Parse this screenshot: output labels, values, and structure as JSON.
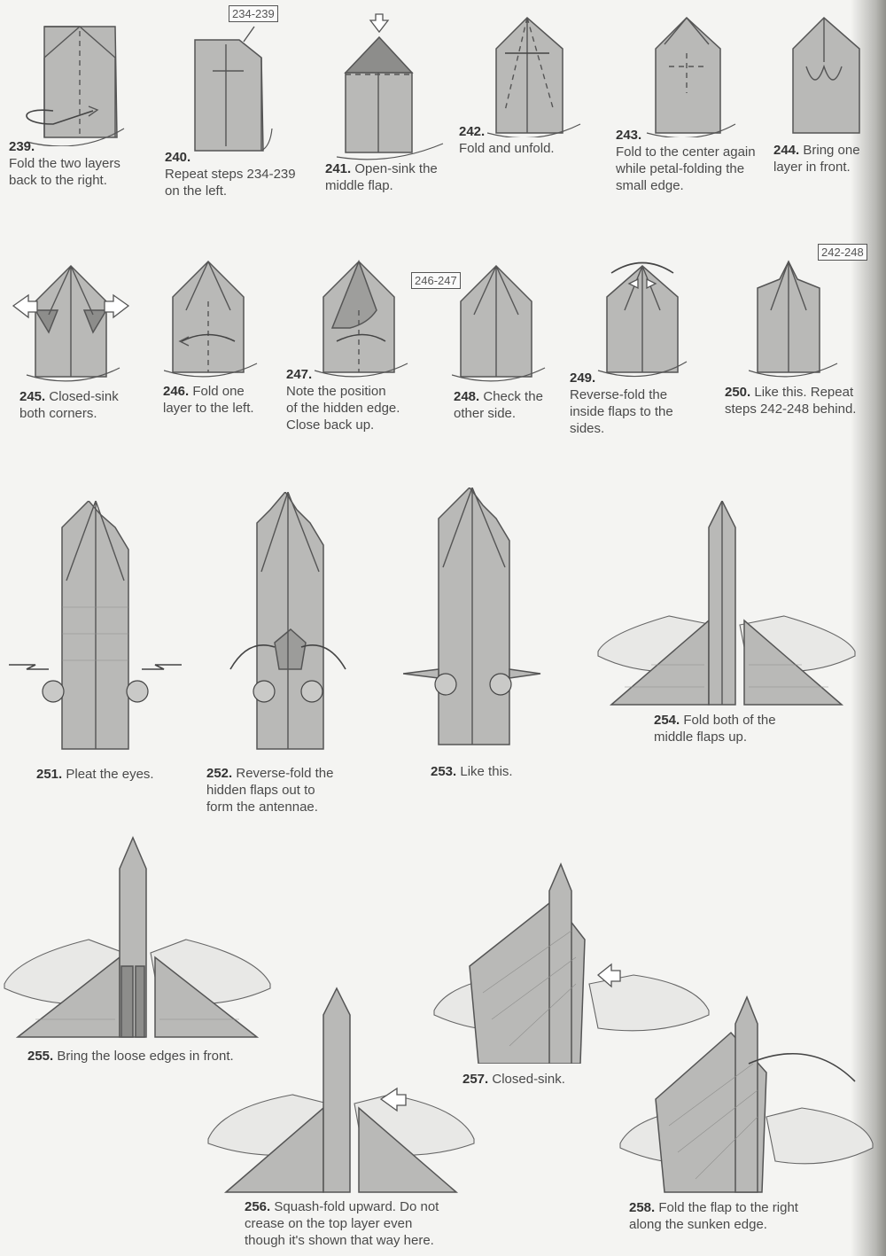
{
  "steps": [
    {
      "num": "239.",
      "text": "Fold the two layers\nback to the right."
    },
    {
      "num": "240.",
      "text": "Repeat steps 234-239\non the left."
    },
    {
      "num": "241.",
      "text": "Open-sink the\nmiddle flap."
    },
    {
      "num": "242.",
      "text": "Fold and unfold."
    },
    {
      "num": "243.",
      "text": "Fold to the center again\nwhile petal-folding the\nsmall edge."
    },
    {
      "num": "244.",
      "text": "Bring one\nlayer in front."
    },
    {
      "num": "245.",
      "text": "Closed-sink\nboth corners."
    },
    {
      "num": "246.",
      "text": "Fold one\nlayer to the left."
    },
    {
      "num": "247.",
      "text": "Note the position\nof the hidden edge.\nClose back up."
    },
    {
      "num": "248.",
      "text": "Check the\nother side."
    },
    {
      "num": "249.",
      "text": "Reverse-fold the\ninside flaps to the\nsides."
    },
    {
      "num": "250.",
      "text": "Like this. Repeat\nsteps 242-248 behind."
    },
    {
      "num": "251.",
      "text": "Pleat the eyes."
    },
    {
      "num": "252.",
      "text": "Reverse-fold the\nhidden flaps out to\nform the antennae."
    },
    {
      "num": "253.",
      "text": "Like this."
    },
    {
      "num": "254.",
      "text": "Fold both of the\nmiddle flaps up."
    },
    {
      "num": "255.",
      "text": "Bring the loose edges in front."
    },
    {
      "num": "256.",
      "text": "Squash-fold upward. Do not\ncrease on the top layer even\nthough it's shown that way here."
    },
    {
      "num": "257.",
      "text": "Closed-sink."
    },
    {
      "num": "258.",
      "text": "Fold the flap to the right\nalong the sunken edge."
    }
  ],
  "refs": {
    "r240": "234-239",
    "r248": "246-247",
    "r250": "242-248"
  }
}
